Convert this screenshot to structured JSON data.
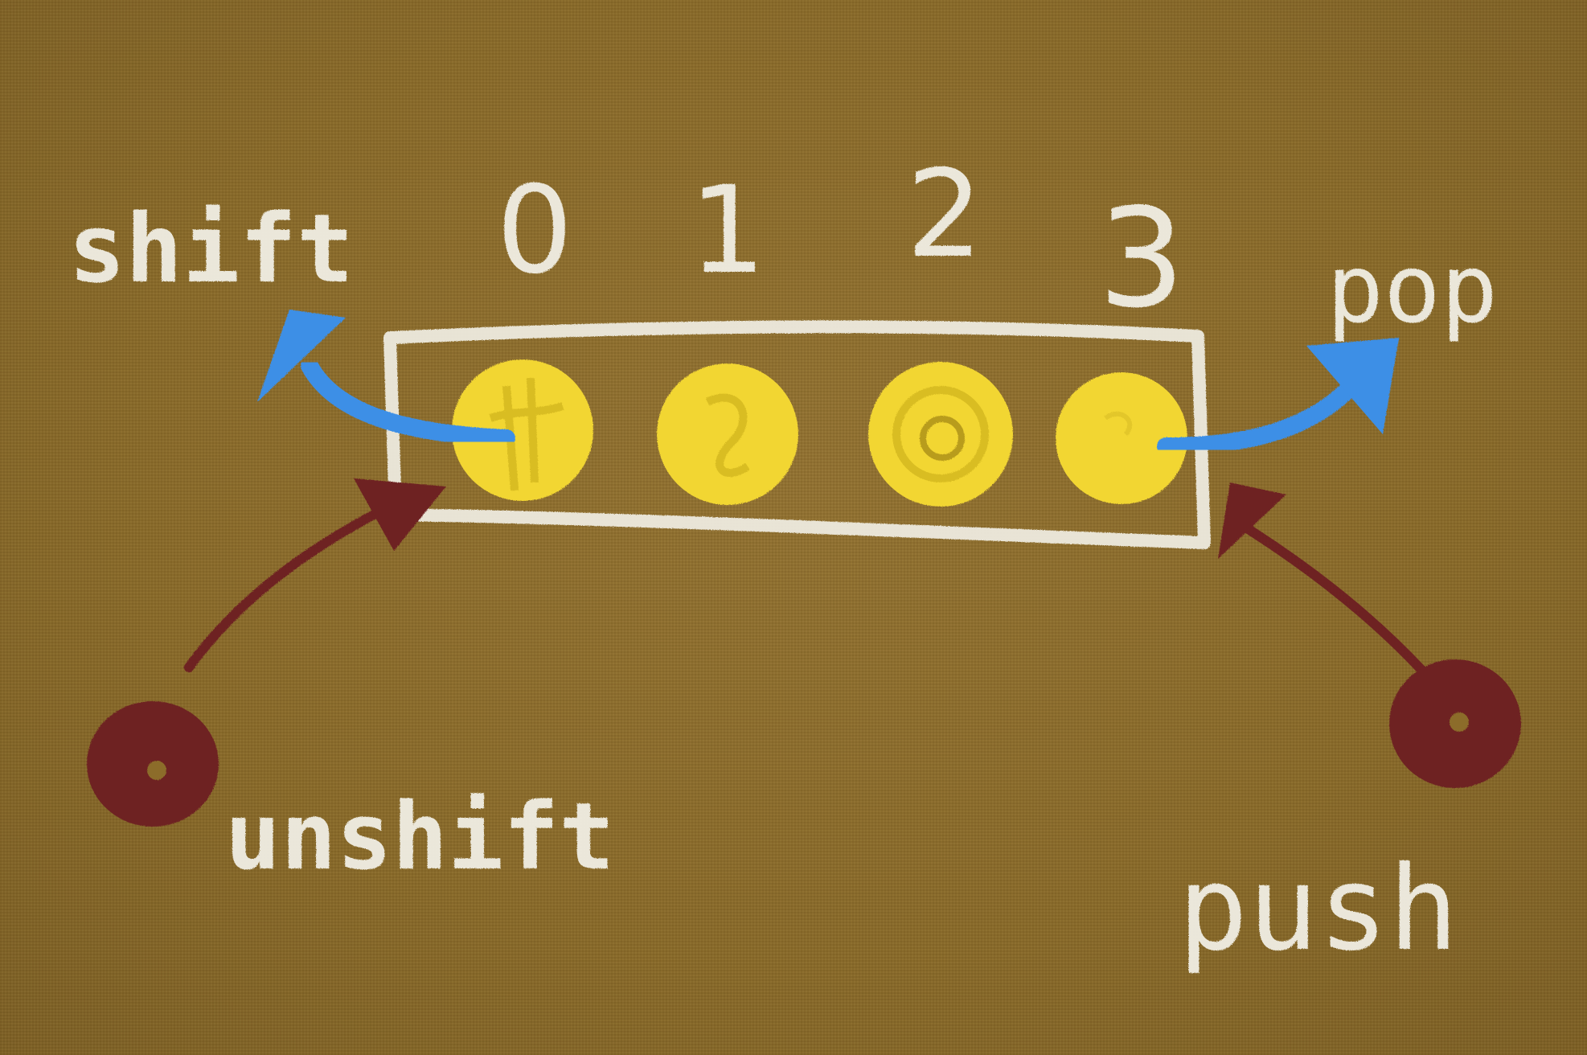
{
  "indices": [
    "0",
    "1",
    "2",
    "3"
  ],
  "operations": {
    "shift": "shift",
    "pop": "pop",
    "unshift": "unshift",
    "push": "push"
  },
  "colors": {
    "chalk_white": "#f3f1e8",
    "element_yellow": "#f2d633",
    "remove_arrow_blue": "#3d8fe6",
    "add_arrow_maroon": "#6e2222",
    "board_brown": "#8c6c2a"
  },
  "elements_count_shown": 4
}
